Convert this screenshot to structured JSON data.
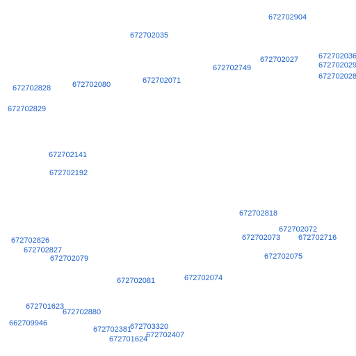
{
  "map": {
    "label_color": "#1a5fc9",
    "background": "#ffffff",
    "labels": [
      {
        "id": "l1",
        "text": "672702904"
      },
      {
        "id": "l2",
        "text": "672702035"
      },
      {
        "id": "l3",
        "text": "672702036"
      },
      {
        "id": "l4",
        "text": "672702027"
      },
      {
        "id": "l5",
        "text": "672702029"
      },
      {
        "id": "l6",
        "text": "672702749"
      },
      {
        "id": "l7",
        "text": "672702028"
      },
      {
        "id": "l8",
        "text": "672702071"
      },
      {
        "id": "l9",
        "text": "672702080"
      },
      {
        "id": "l10",
        "text": "672702828"
      },
      {
        "id": "l11",
        "text": "672702829"
      },
      {
        "id": "l12",
        "text": "672702141"
      },
      {
        "id": "l13",
        "text": "672702192"
      },
      {
        "id": "l14",
        "text": "672702818"
      },
      {
        "id": "l15",
        "text": "672702072"
      },
      {
        "id": "l16",
        "text": "672702073"
      },
      {
        "id": "l17",
        "text": "672702716"
      },
      {
        "id": "l18",
        "text": "672702826"
      },
      {
        "id": "l19",
        "text": "672702827"
      },
      {
        "id": "l20",
        "text": "672702075"
      },
      {
        "id": "l21",
        "text": "672702079"
      },
      {
        "id": "l22",
        "text": "672702074"
      },
      {
        "id": "l23",
        "text": "672702081"
      },
      {
        "id": "l24",
        "text": "672701623"
      },
      {
        "id": "l25",
        "text": "672702880"
      },
      {
        "id": "l26",
        "text": "662709946"
      },
      {
        "id": "l27",
        "text": "672703320"
      },
      {
        "id": "l28",
        "text": "672702381"
      },
      {
        "id": "l29",
        "text": "672702407"
      },
      {
        "id": "l30",
        "text": "672701624"
      }
    ]
  }
}
